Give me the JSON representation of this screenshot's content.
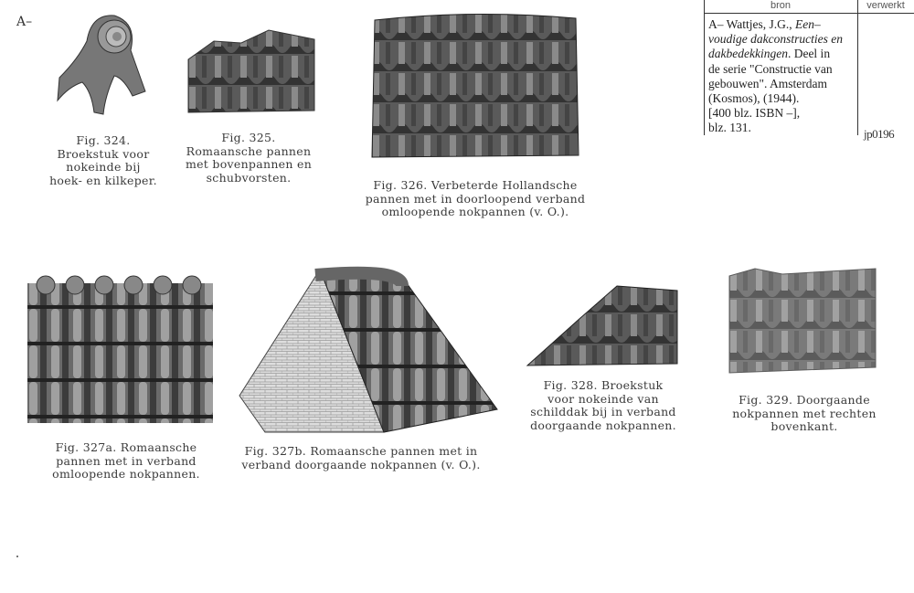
{
  "marker": "A–",
  "source_box": {
    "header_source": "bron",
    "header_processed": "verwerkt",
    "lines": [
      "A– Wattjes, J.G., ",
      "Een–",
      "voudige dakconstructies en",
      "dakbedekkingen",
      ". Deel in",
      "de serie \"Constructie van",
      "gebouwen\". Amsterdam",
      "(Kosmos), (1944).",
      "[400 blz. ISBN –],",
      "blz. 131."
    ],
    "code": "jp0196"
  },
  "figures": [
    {
      "id": "324",
      "caption": [
        "Fig. 324.",
        "Broekstuk voor",
        "nokeinde bij",
        "hoek- en kilkeper."
      ]
    },
    {
      "id": "325",
      "caption": [
        "Fig. 325.",
        "Romaansche pannen",
        "met bovenpannen en",
        "schubvorsten."
      ]
    },
    {
      "id": "326",
      "caption": [
        "Fig. 326. Verbeterde Hollandsche",
        "pannen met in doorloopend verband",
        "omloopende nokpannen (v. O.)."
      ]
    },
    {
      "id": "327a",
      "caption": [
        "Fig. 327a. Romaansche",
        "pannen met in verband",
        "omloopende nokpannen."
      ]
    },
    {
      "id": "327b",
      "caption": [
        "Fig. 327b. Romaansche pannen met in",
        "verband doorgaande nokpannen (v. O.)."
      ]
    },
    {
      "id": "328",
      "caption": [
        "Fig. 328. Broekstuk",
        "voor nokeinde van",
        "schilddak bij in verband",
        "doorgaande nokpannen."
      ]
    },
    {
      "id": "329",
      "caption": [
        "Fig. 329. Doorgaande",
        "nokpannen met rechten",
        "bovenkant."
      ]
    }
  ]
}
